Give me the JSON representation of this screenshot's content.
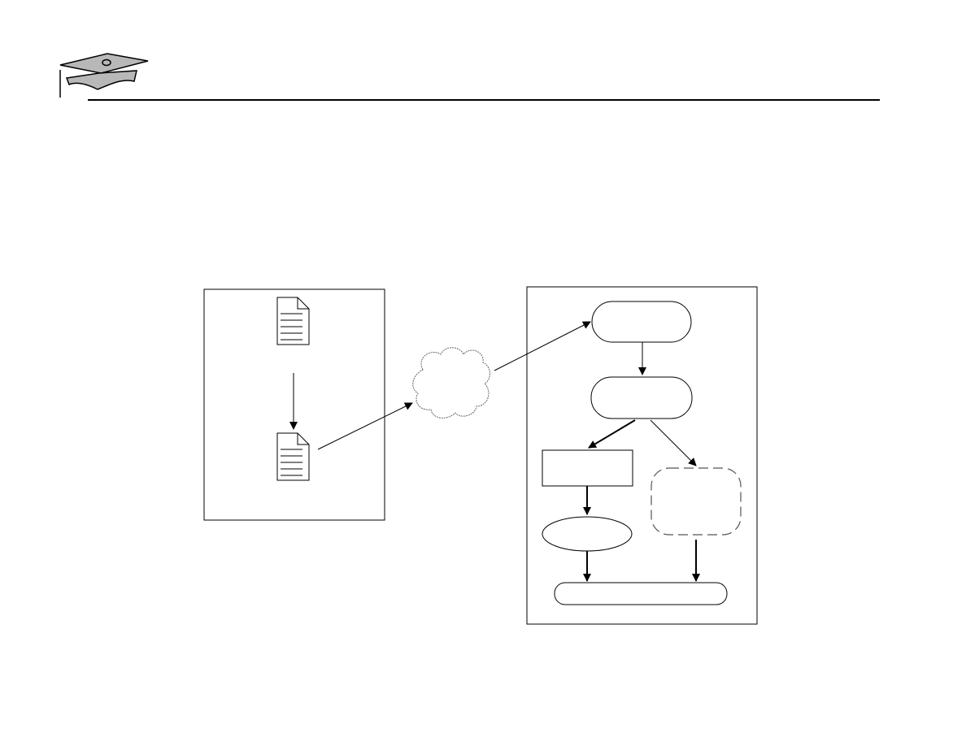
{
  "header": {
    "logo_icon": "graduation-cap-icon",
    "rule_color": "#000000"
  },
  "diagram": {
    "client_box": {
      "documents": [
        {
          "icon": "document-icon"
        },
        {
          "icon": "document-icon"
        }
      ]
    },
    "network": {
      "icon": "cloud-icon"
    },
    "server_box": {
      "nodes": [
        {
          "shape": "rounded-rectangle"
        },
        {
          "shape": "rounded-rectangle"
        },
        {
          "shape": "rectangle"
        },
        {
          "shape": "rounded-rectangle-dashed"
        },
        {
          "shape": "ellipse"
        },
        {
          "shape": "rounded-bar"
        }
      ]
    },
    "colors": {
      "stroke": "#000000",
      "cap_fill": "#b8b8b8",
      "dashed_stroke": "#555555"
    }
  }
}
